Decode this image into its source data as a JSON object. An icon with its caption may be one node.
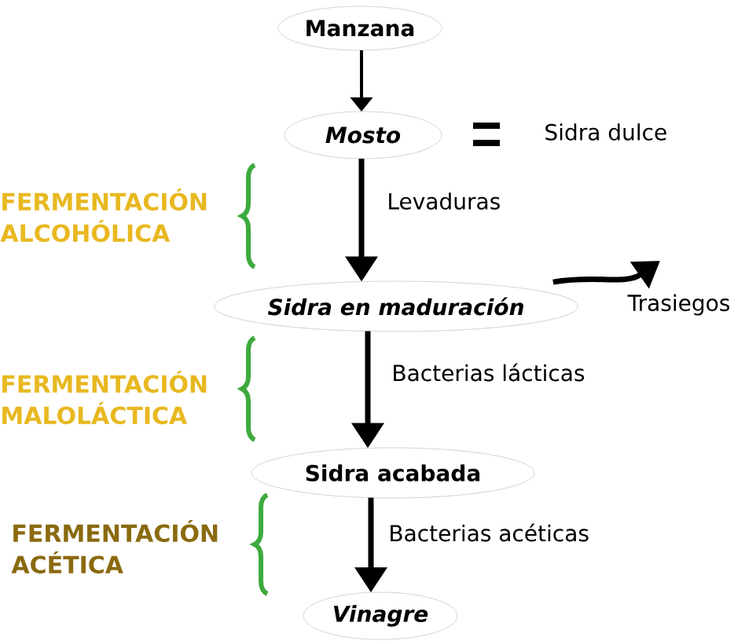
{
  "diagram": {
    "nodes": [
      {
        "text": [
          "Manzana"
        ]
      },
      {
        "text": [
          "Mosto"
        ]
      },
      {
        "text": [
          "Sidra en maduración"
        ]
      },
      {
        "text": [
          "Sidra acabada"
        ]
      },
      {
        "text": [
          "Vinagre"
        ]
      },
      {
        "text": [
          "Trasiegos"
        ]
      }
    ],
    "edges": [
      {
        "from": 0,
        "to": 1,
        "arrow": "to"
      },
      {
        "from": 1,
        "to": 2,
        "arrow": "to",
        "label": "Levaduras"
      },
      {
        "from": 2,
        "to": 3,
        "arrow": "to",
        "label": "Bacterias lácticas"
      },
      {
        "from": 3,
        "to": 4,
        "arrow": "to",
        "label": "Bacterias acéticas"
      },
      {
        "from": 2,
        "to": 5,
        "arrow": "to"
      }
    ],
    "labels": [
      "Sidra dulce",
      "FERMENTACIÓN ALCOHÓLICA",
      "FERMENTACIÓN MALOLÁCTICA",
      "FERMENTACIÓN ACÉTICA"
    ]
  }
}
